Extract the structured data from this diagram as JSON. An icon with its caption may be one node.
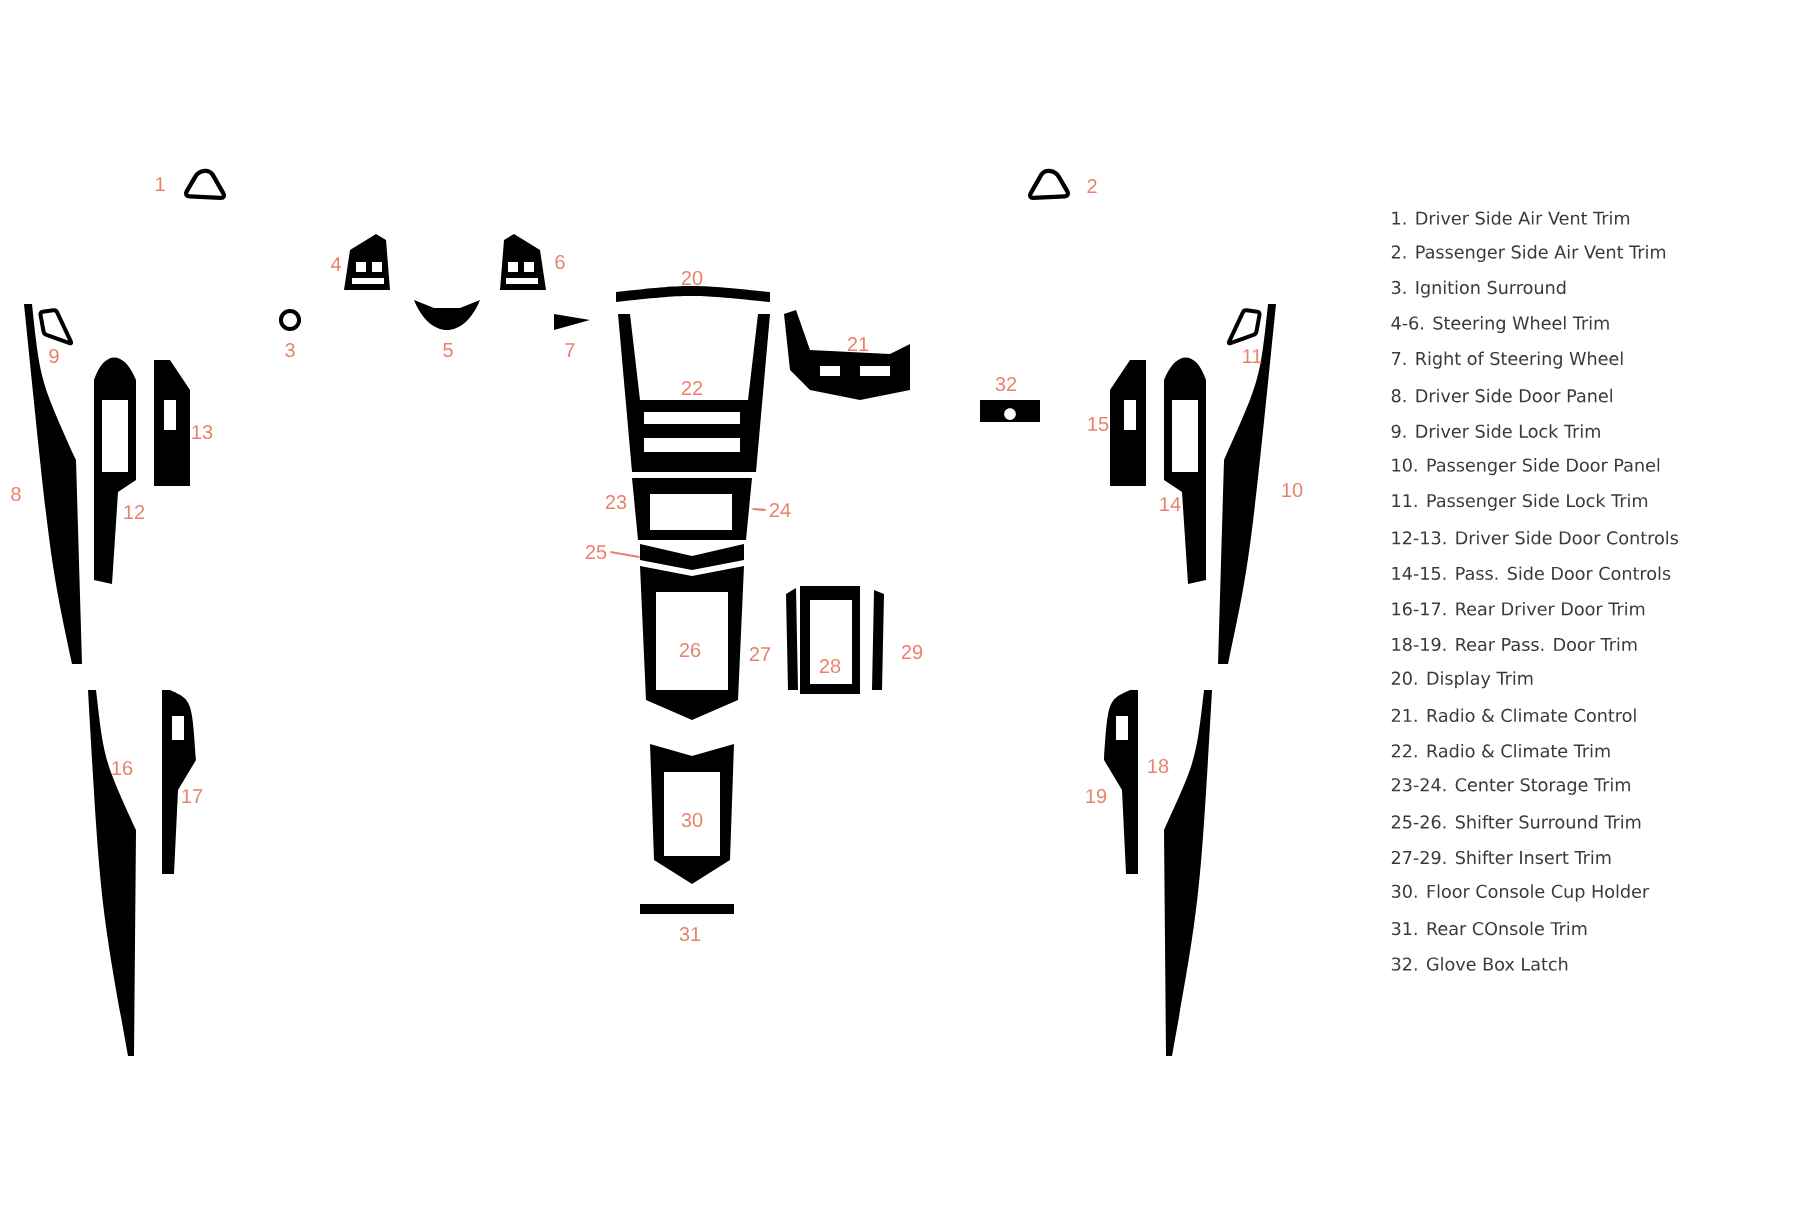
{
  "diagram": {
    "nodes": [
      {
        "text": [
          "24"
        ]
      },
      {
        "text": [
          "25"
        ]
      },
      {
        "text": [],
        "shape": "picture"
      },
      {
        "text": [],
        "shape": "picture"
      }
    ],
    "edges": [
      {
        "from": 0,
        "to": 2,
        "arrow": "none"
      },
      {
        "from": 1,
        "to": 3,
        "arrow": "none"
      }
    ],
    "labels": [
      "1",
      "2",
      "3",
      "4",
      "5",
      "6",
      "7",
      "8",
      "9",
      "10",
      "11",
      "12",
      "13",
      "14",
      "15",
      "16",
      "17",
      "18",
      "19",
      "20",
      "21",
      "22",
      "23",
      "26",
      "27",
      "28",
      "29",
      "30",
      "31",
      "32",
      "1. Driver Side Air Vent Trim",
      "2. Passenger Side Air Vent Trim",
      "3. Ignition Surround",
      "4-6. Steering Wheel Trim",
      "7. Right of Steering Wheel",
      "8. Driver Side Door Panel",
      "9. Driver Side Lock Trim",
      "10. Passenger Side Door Panel",
      "11. Passenger Side Lock Trim",
      "12-13. Driver Side Door Controls",
      "14-15. Pass. Side Door Controls",
      "16-17. Rear Driver Door Trim",
      "18-19. Rear Pass. Door Trim",
      "20. Display Trim",
      "21. Radio & Climate Control",
      "22. Radio & Climate Trim",
      "23-24. Center Storage Trim",
      "25-26. Shifter Surround Trim",
      "27-29. Shifter Insert Trim",
      "30. Floor Console Cup Holder",
      "31. Rear COnsole Trim",
      "32. Glove Box Latch"
    ]
  }
}
